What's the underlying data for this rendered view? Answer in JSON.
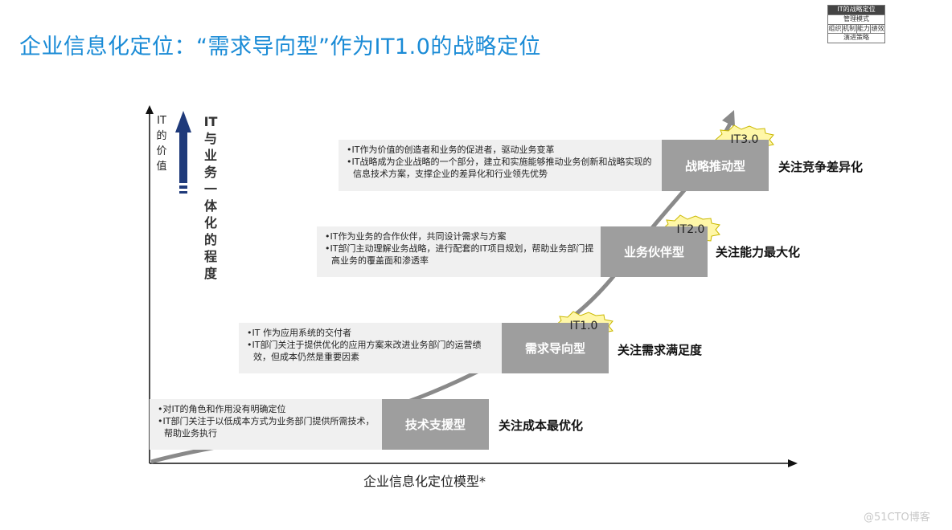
{
  "title": "企业信息化定位：“需求导向型”作为IT1.0的战略定位",
  "mini_nav": {
    "header": "IT的战略定位",
    "row1": "管理模式",
    "cols": [
      "组织",
      "机制",
      "能力",
      "绩效"
    ],
    "footer": "演进策略"
  },
  "y_axis": {
    "small_label": "IT的价值",
    "big_label": "IT与业务一体化的程度"
  },
  "x_axis": {
    "label": "企业信息化定位模型*"
  },
  "stages": [
    {
      "name": "技术支援型",
      "focus": "关注成本最优化",
      "badge": "",
      "bullets": [
        "•对IT的角色和作用没有明确定位",
        "•IT部门关注于以低成本方式为业务部门提供所需技术，帮助业务执行"
      ]
    },
    {
      "name": "需求导向型",
      "focus": "关注需求满足度",
      "badge": "IT1.0",
      "bullets": [
        "•IT 作为应用系统的交付者",
        "•IT部门关注于提供优化的应用方案来改进业务部门的运营绩效，但成本仍然是重要因素"
      ]
    },
    {
      "name": "业务伙伴型",
      "focus": "关注能力最大化",
      "badge": "IT2.0",
      "bullets": [
        "•IT作为业务的合作伙伴，共同设计需求与方案",
        "•IT部门主动理解业务战略，进行配套的IT项目规划，帮助业务部门提高业务的覆盖面和渗透率"
      ]
    },
    {
      "name": "战略推动型",
      "focus": "关注竞争差异化",
      "badge": "IT3.0",
      "bullets": [
        "•IT作为价值的创造者和业务的促进者，驱动业务变革",
        "•IT战略成为企业战略的一个部分，建立和实施能够推动业务创新和战略实现的信息技术方案，支撑企业的差异化和行业领先优势"
      ]
    }
  ],
  "watermark": "@51CTO博客",
  "colors": {
    "title": "#1a8bd6",
    "stage_box": "#9e9e9e",
    "desc_box": "#f0f0f0",
    "badge": "#fff7a8",
    "arrow": "#1f3a7a",
    "curve": "#8a8a8a"
  }
}
